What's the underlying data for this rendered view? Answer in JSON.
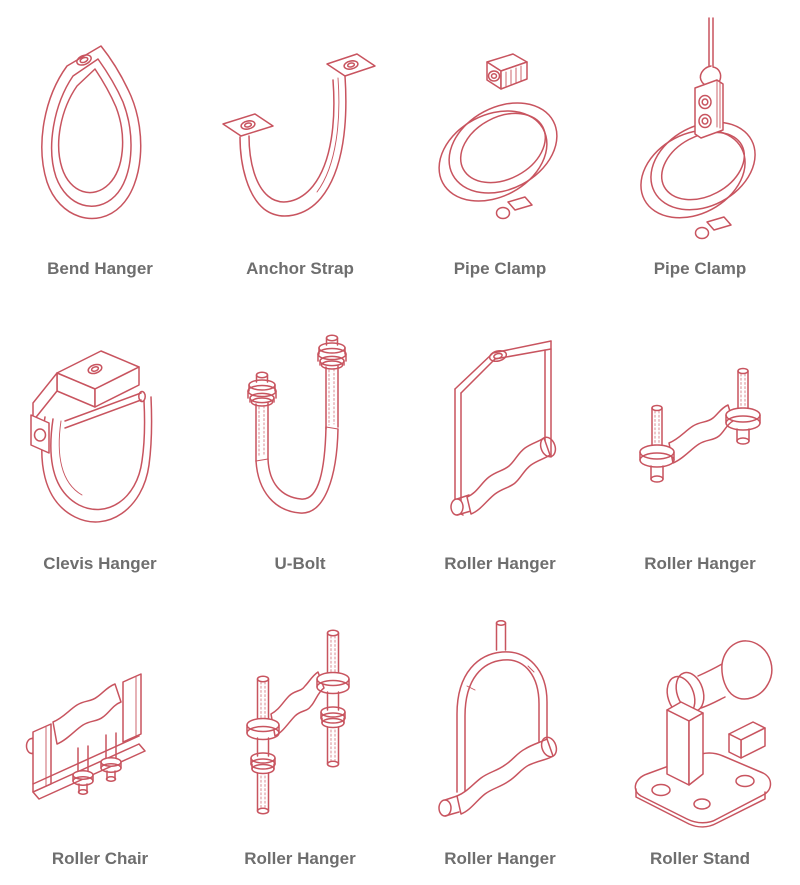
{
  "style": {
    "line_color": "#c8545f",
    "label_color": "#6e6e6e",
    "background_color": "#ffffff"
  },
  "items": [
    {
      "label": "Bend Hanger",
      "icon": "bend-hanger-illustration"
    },
    {
      "label": "Anchor Strap",
      "icon": "anchor-strap-illustration"
    },
    {
      "label": "Pipe Clamp",
      "icon": "pipe-clamp-illustration"
    },
    {
      "label": "Pipe Clamp",
      "icon": "pipe-clamp-rod-illustration"
    },
    {
      "label": "Clevis Hanger",
      "icon": "clevis-hanger-illustration"
    },
    {
      "label": "U-Bolt",
      "icon": "u-bolt-illustration"
    },
    {
      "label": "Roller Hanger",
      "icon": "roller-hanger-frame-illustration"
    },
    {
      "label": "Roller Hanger",
      "icon": "roller-hanger-stud-illustration"
    },
    {
      "label": "Roller Chair",
      "icon": "roller-chair-illustration"
    },
    {
      "label": "Roller Hanger",
      "icon": "roller-hanger-rods-illustration"
    },
    {
      "label": "Roller Hanger",
      "icon": "roller-hanger-yoke-illustration"
    },
    {
      "label": "Roller Stand",
      "icon": "roller-stand-illustration"
    }
  ]
}
